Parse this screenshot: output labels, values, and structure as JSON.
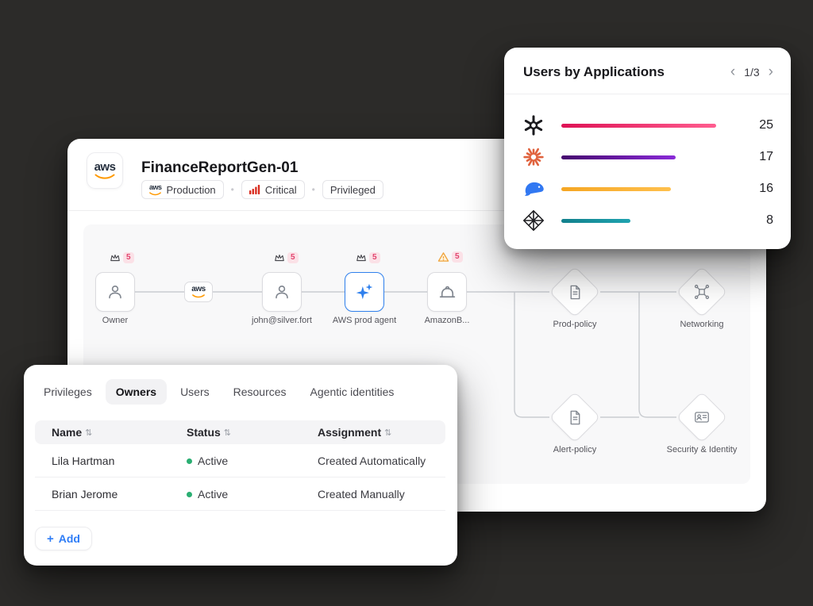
{
  "colors": {
    "background": "#2C2B29",
    "accent_blue": "#2F80ED",
    "status_green": "#2AAE72",
    "badge_count_bg": "#FBE1E7",
    "badge_count_text": "#E2446E",
    "critical_red": "#D92D20",
    "aws_orange": "#FF9900",
    "warning_orange": "#F0A43C"
  },
  "users_by_applications": {
    "title": "Users by Applications",
    "pagination": {
      "prev": "‹",
      "current": "1/3",
      "next": "›"
    },
    "rows": [
      {
        "app": "OpenAI",
        "icon": "openai-icon",
        "value": 25,
        "bar_from": "#DE1255",
        "bar_to": "#FF5D8F"
      },
      {
        "app": "Claude",
        "icon": "claude-icon",
        "value": 17,
        "bar_from": "#45076E",
        "bar_to": "#8A2BD8"
      },
      {
        "app": "DeepSeek",
        "icon": "deepseek-icon",
        "value": 16,
        "bar_from": "#F5A623",
        "bar_to": "#FFC04D"
      },
      {
        "app": "Perplexity",
        "icon": "perplexity-icon",
        "value": 8,
        "bar_from": "#12808C",
        "bar_to": "#1FA3B0"
      }
    ]
  },
  "agent_card": {
    "title": "FinanceReportGen-01",
    "provider": "aws",
    "separator": "•",
    "badges": [
      {
        "label": "Production",
        "icon": "aws-icon"
      },
      {
        "label": "Critical",
        "icon": "bar-chart-icon"
      },
      {
        "label": "Privileged"
      }
    ],
    "graph": {
      "nodes": [
        {
          "id": "owner",
          "label": "Owner",
          "icon": "user-icon",
          "badge_icon": "crown-icon",
          "badge_count": "5"
        },
        {
          "id": "aws",
          "label": "aws",
          "icon": "aws-icon"
        },
        {
          "id": "john",
          "label": "john@silver.fort",
          "icon": "user-icon",
          "badge_icon": "crown-icon",
          "badge_count": "5"
        },
        {
          "id": "agent",
          "label": "AWS prod agent",
          "icon": "sparkles-icon",
          "badge_icon": "crown-icon",
          "badge_count": "5",
          "selected": true
        },
        {
          "id": "amazonb",
          "label": "AmazonB...",
          "icon": "hard-hat-icon",
          "badge_icon": "warning-icon",
          "badge_count": "5"
        },
        {
          "id": "prod-policy",
          "label": "Prod-policy",
          "icon": "policy-document-icon",
          "shape": "diamond"
        },
        {
          "id": "networking",
          "label": "Networking",
          "icon": "networking-icon",
          "shape": "diamond"
        },
        {
          "id": "alert-policy",
          "label": "Alert-policy",
          "icon": "policy-document-icon",
          "shape": "diamond"
        },
        {
          "id": "security-identity",
          "label": "Security & Identity",
          "icon": "id-card-icon",
          "shape": "diamond"
        }
      ]
    }
  },
  "details_panel": {
    "tabs": [
      {
        "label": "Privileges",
        "active": false
      },
      {
        "label": "Owners",
        "active": true
      },
      {
        "label": "Users",
        "active": false
      },
      {
        "label": "Resources",
        "active": false
      },
      {
        "label": "Agentic identities",
        "active": false
      }
    ],
    "table": {
      "columns": [
        "Name",
        "Status",
        "Assignment"
      ],
      "sort_icon": "⇅",
      "rows": [
        {
          "name": "Lila Hartman",
          "status": "Active",
          "assignment": "Created Automatically"
        },
        {
          "name": "Brian Jerome",
          "status": "Active",
          "assignment": "Created Manually"
        }
      ]
    },
    "add_button": {
      "plus": "+",
      "label": "Add"
    }
  }
}
